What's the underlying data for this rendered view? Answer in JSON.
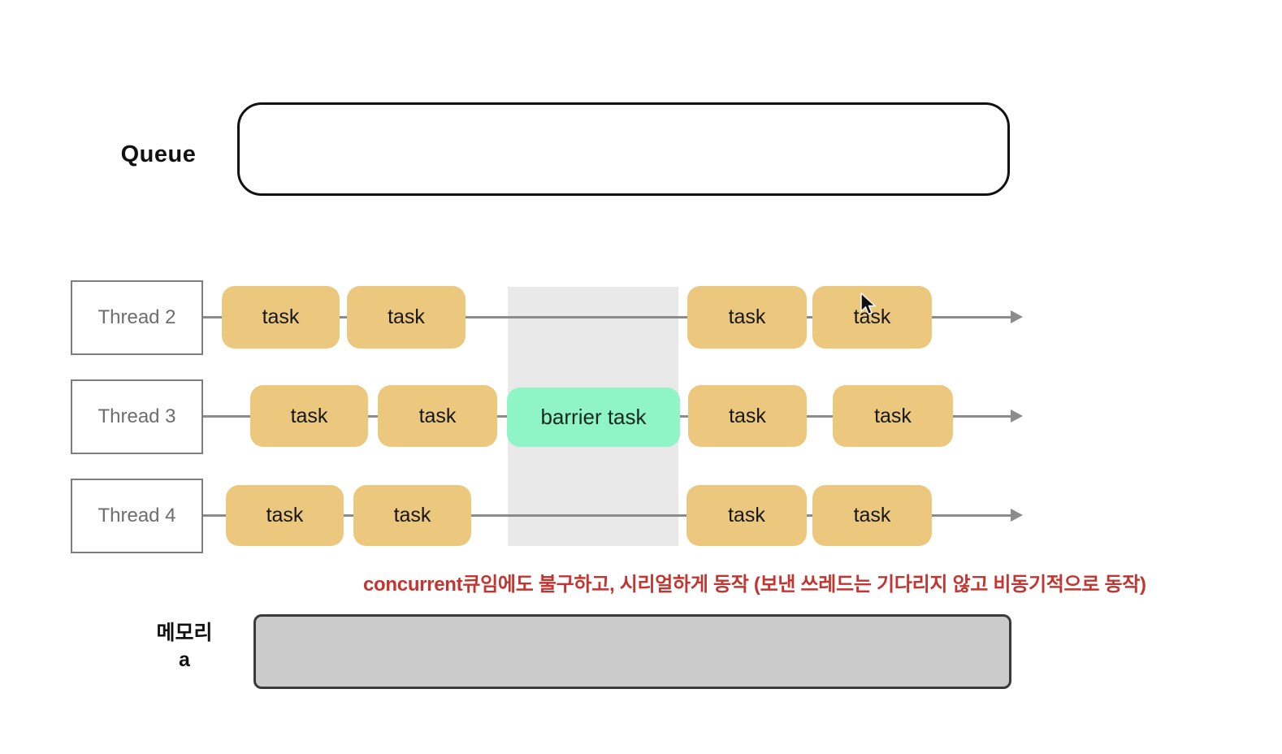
{
  "queue": {
    "label": "Queue"
  },
  "threads": [
    {
      "label": "Thread 2",
      "tasks": [
        "task",
        "task",
        "task",
        "task"
      ]
    },
    {
      "label": "Thread 3",
      "tasks": [
        "task",
        "task",
        "task",
        "task"
      ],
      "barrier": "barrier task"
    },
    {
      "label": "Thread 4",
      "tasks": [
        "task",
        "task",
        "task",
        "task"
      ]
    }
  ],
  "annotation": {
    "text": "concurrent큐임에도 불구하고, 시리얼하게 동작 (보낸 쓰레드는 기다리지 않고 비동기적으로 동작)"
  },
  "memory": {
    "line1": "메모리",
    "line2": "a"
  },
  "colors": {
    "task_fill": "#ecc87e",
    "barrier_fill": "#8ff4c6",
    "band_fill": "#e9e9e9",
    "line_color": "#8c8c8c",
    "thread_border": "#7d7d7d",
    "thread_text": "#6e6e6e",
    "annotation_color": "#c23530",
    "memory_fill": "#cbcbcb",
    "memory_border": "#3a3a3a"
  }
}
